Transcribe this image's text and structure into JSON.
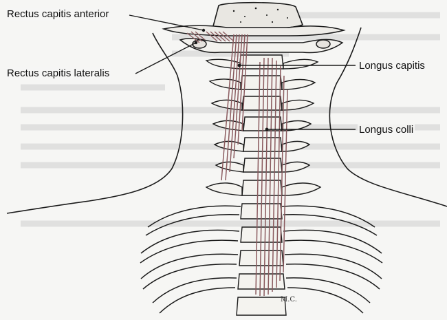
{
  "figure": {
    "labels": {
      "rectus_capitis_anterior": "Rectus capitis anterior",
      "rectus_capitis_lateralis": "Rectus capitis lateralis",
      "longus_capitis": "Longus capitis",
      "longus_colli": "Longus colli"
    },
    "artist_initials": "M.C."
  },
  "colors": {
    "background": "#f6f6f4",
    "ink": "#1a1a1a",
    "muscle": "#8a5a5e",
    "faded_text": "#c9c9c9"
  }
}
